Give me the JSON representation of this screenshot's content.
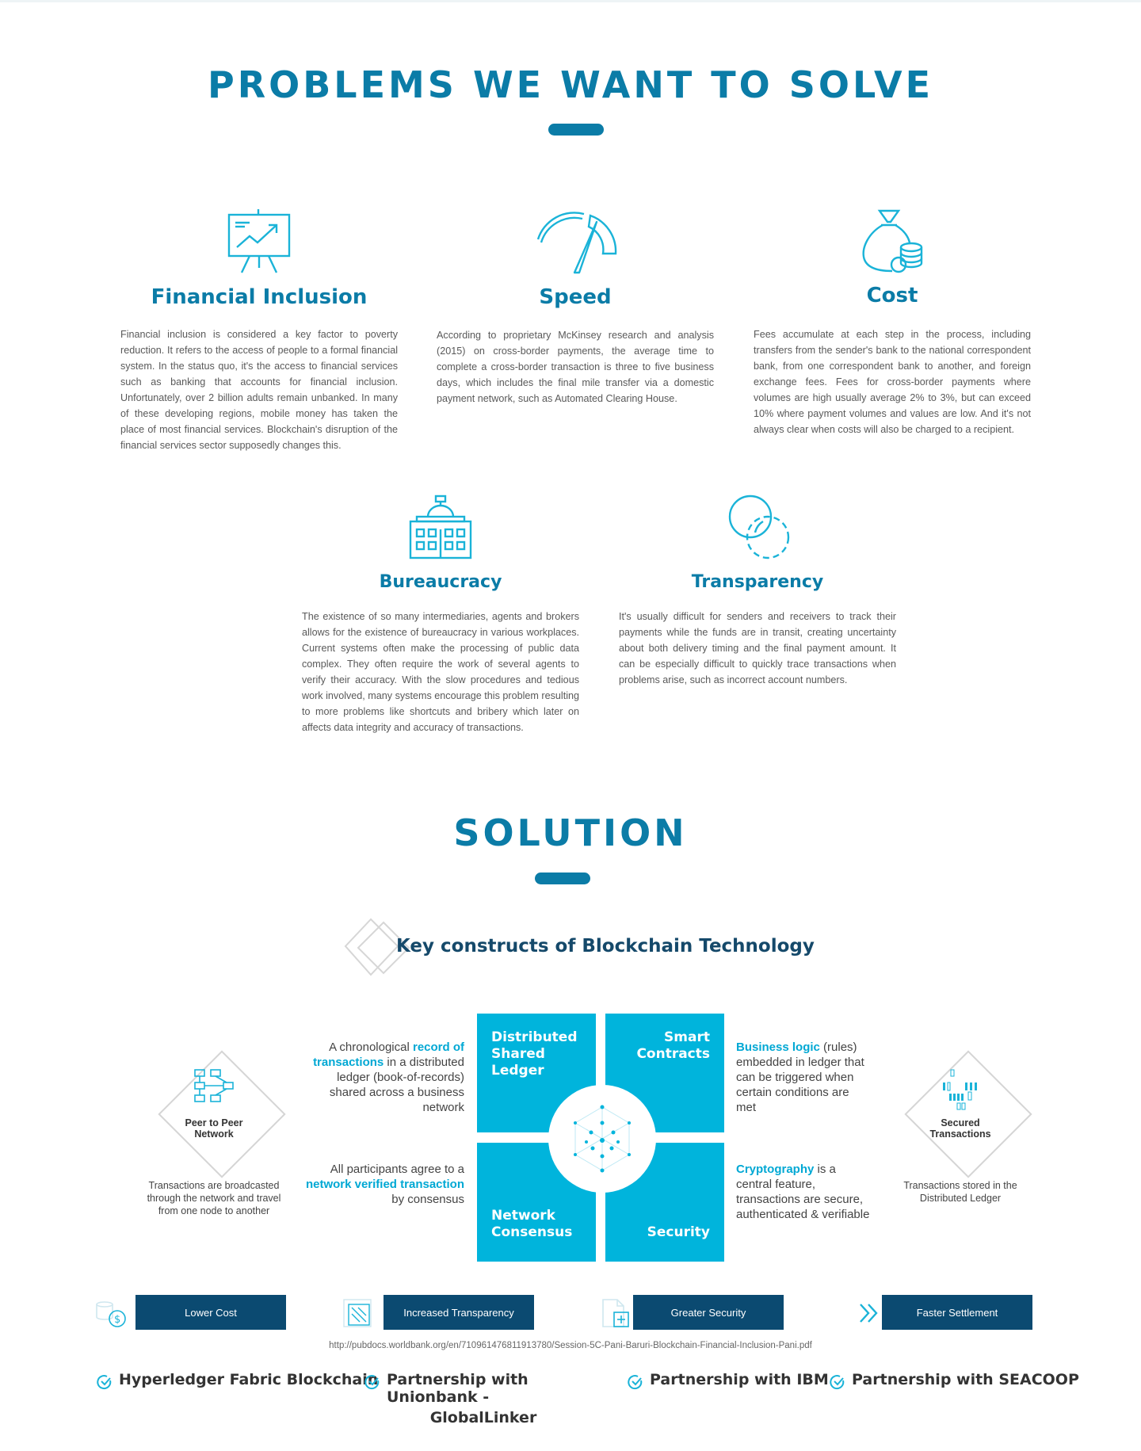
{
  "sections": {
    "problems_title": "PROBLEMS WE WANT TO SOLVE",
    "solution_title": "SOLUTION"
  },
  "problems": [
    {
      "title": "Financial Inclusion",
      "icon": "presentation-chart-icon",
      "text": "Financial inclusion is considered a key factor to poverty reduction. It refers to the access of people to a formal financial system. In the status quo, it's the access to financial services such as banking that accounts for financial inclusion. Unfortunately, over 2 billion adults remain unbanked. In many of these developing regions, mobile money has taken the place of most financial services. Blockchain's disruption of the financial services sector supposedly changes this."
    },
    {
      "title": "Speed",
      "icon": "speedometer-icon",
      "text": "According to proprietary McKinsey research and analysis (2015) on cross-border payments, the average time to complete a cross-border transaction is three to five business days, which includes the final mile transfer via a domestic payment network, such as Automated Clearing House."
    },
    {
      "title": "Cost",
      "icon": "money-bag-icon",
      "text": "Fees accumulate at each step in the process, including transfers from the sender's bank to the national correspondent bank, from one correspondent bank to another, and foreign exchange fees. Fees for cross-border payments where volumes are high usually average 2% to 3%, but can exceed 10% where payment volumes and values are low. And it's not always clear when costs will also be charged to a recipient."
    },
    {
      "title": "Bureaucracy",
      "icon": "government-building-icon",
      "text": "The existence of so many intermediaries, agents and brokers allows for the existence of bureaucracy in various workplaces. Current systems often make the processing of public data complex. They often require the work of several agents to verify their accuracy. With the slow procedures and tedious work involved, many systems encourage this problem resulting to more problems like shortcuts and bribery which later on affects data integrity and accuracy of transactions."
    },
    {
      "title": "Transparency",
      "icon": "overlapping-circles-icon",
      "text": "It's usually difficult for senders and receivers to track their payments while the funds are in transit, creating uncertainty about both delivery timing and the final payment amount. It can be especially difficult to quickly trace transactions when problems arise, such as incorrect account numbers."
    }
  ],
  "key_constructs": {
    "title": "Key constructs of Blockchain Technology",
    "quadrants": {
      "dsl": [
        "Distributed",
        "Shared",
        "Ledger"
      ],
      "sc": [
        "Smart",
        "Contracts"
      ],
      "nc": [
        "Network",
        "Consensus"
      ],
      "sec": [
        "Security"
      ]
    },
    "desc_ledger": {
      "pre": "A chronological ",
      "hl": "record of transactions",
      "post": " in a distributed ledger (book-of-records) shared across a  business network"
    },
    "desc_consensus": {
      "pre": "All participants agree to a ",
      "hl": "network verified transaction",
      "post": " by consensus"
    },
    "desc_logic": {
      "hl": "Business logic",
      "post": " (rules) embedded in ledger that can be triggered when certain conditions are met"
    },
    "desc_crypto": {
      "hl": "Cryptography",
      "post": " is a central feature, transactions are secure, authenticated & verifiable"
    },
    "p2p": {
      "label_1": "Peer to Peer",
      "label_2": "Network",
      "caption": "Transactions are broadcasted through the network and travel from one node to another"
    },
    "secured": {
      "label_1": "Secured",
      "label_2": "Transactions",
      "caption": "Transactions stored in the Distributed Ledger"
    }
  },
  "benefits": [
    {
      "label": "Lower Cost",
      "icon": "coin-dollar-icon"
    },
    {
      "label": "Increased Transparency",
      "icon": "transparent-glass-icon"
    },
    {
      "label": "Greater Security",
      "icon": "secure-document-icon"
    },
    {
      "label": "Faster Settlement",
      "icon": "double-chevron-right-icon"
    }
  ],
  "source": "http://pubdocs.worldbank.org/en/710961476811913780/Session-5C-Pani-Baruri-Blockchain-Financial-Inclusion-Pani.pdf",
  "partnerships": [
    {
      "line1": "Hyperledger Fabric Blockchain",
      "line2": ""
    },
    {
      "line1": "Partnership with Unionbank -",
      "line2": "GlobalLinker"
    },
    {
      "line1": "Partnership with IBM",
      "line2": ""
    },
    {
      "line1": "Partnership with SEACOOP",
      "line2": ""
    }
  ],
  "colors": {
    "primary": "#0b7ca7",
    "cyan": "#00b4dc",
    "navy": "#0b4a71",
    "icon": "#1ab3d8"
  }
}
